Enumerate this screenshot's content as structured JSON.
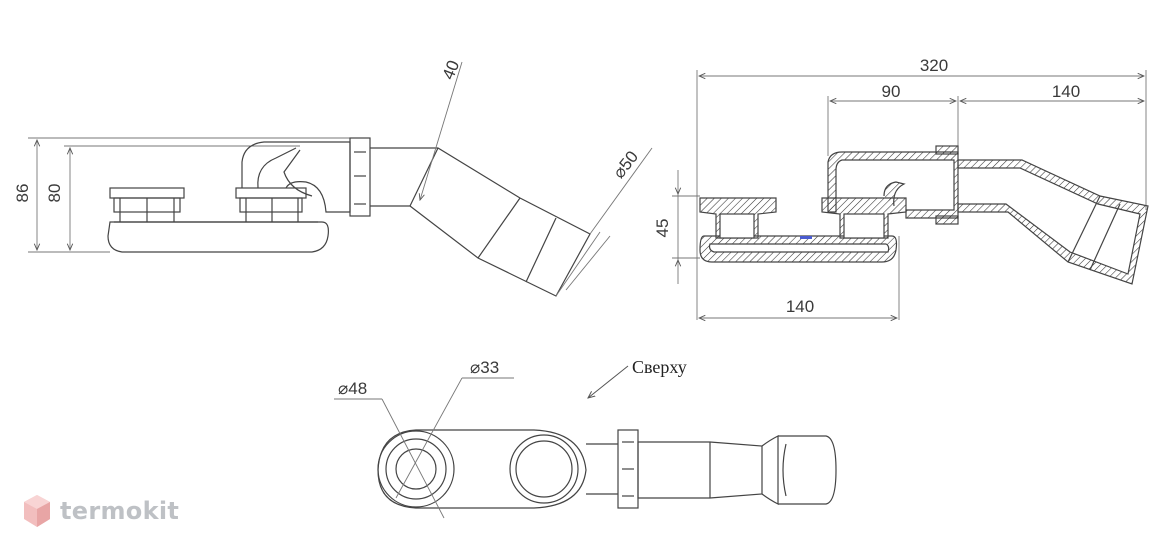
{
  "watermark": {
    "brand": "termokit",
    "color": "#e46a6a"
  },
  "side_view": {
    "dims": {
      "height_total": "86",
      "height_inner": "80",
      "pipe_offset": "40",
      "pipe_diameter": "⌀50"
    }
  },
  "section_view": {
    "dims": {
      "overall_length": "320",
      "body_length": "90",
      "pipe_length": "140",
      "height": "45",
      "base_length": "140"
    }
  },
  "top_view": {
    "label": "Сверху",
    "dims": {
      "outer_diameter": "⌀48",
      "inner_diameter": "⌀33"
    }
  }
}
